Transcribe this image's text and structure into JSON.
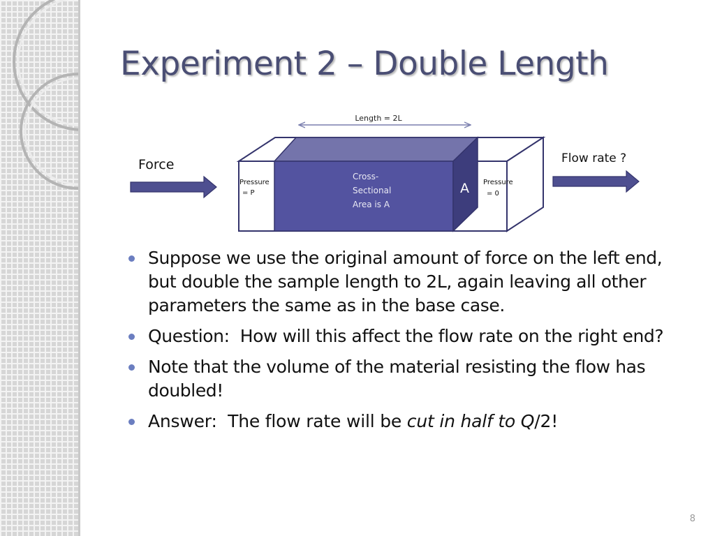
{
  "slide": {
    "title": "Experiment 2 – Double Length",
    "page_number": "8"
  },
  "diagram": {
    "length_label": "Length = 2L",
    "force_label": "Force",
    "flow_label": "Flow rate ?",
    "left_pressure_line1": "Pressure",
    "left_pressure_line2": "= P",
    "right_pressure_line1": "Pressure",
    "right_pressure_line2": "= 0",
    "cross_section_line1": "Cross-",
    "cross_section_line2": "Sectional",
    "cross_section_line3": "Area is A",
    "face_label": "A",
    "colors": {
      "sample_front": "#5353a0",
      "sample_top": "#7474ab",
      "sample_side": "#3d3d7c",
      "arrow_fill": "#4e4f90",
      "box_stroke": "#34346c"
    }
  },
  "bullets": {
    "b1": "Suppose we use the original amount of force on the left end, but double the sample length to 2L, again leaving all other parameters the same as in the base case.",
    "b2": "Question:  How will this affect the flow rate on the right end?",
    "b3": "Note that the volume of the material resisting the flow has doubled!",
    "b4_prefix": "Answer:  The flow rate will be ",
    "b4_italic": "cut in half to Q",
    "b4_suffix": "/2!"
  },
  "theme": {
    "title_color": "#4a4e74",
    "bullet_color": "#6b7ec0"
  }
}
